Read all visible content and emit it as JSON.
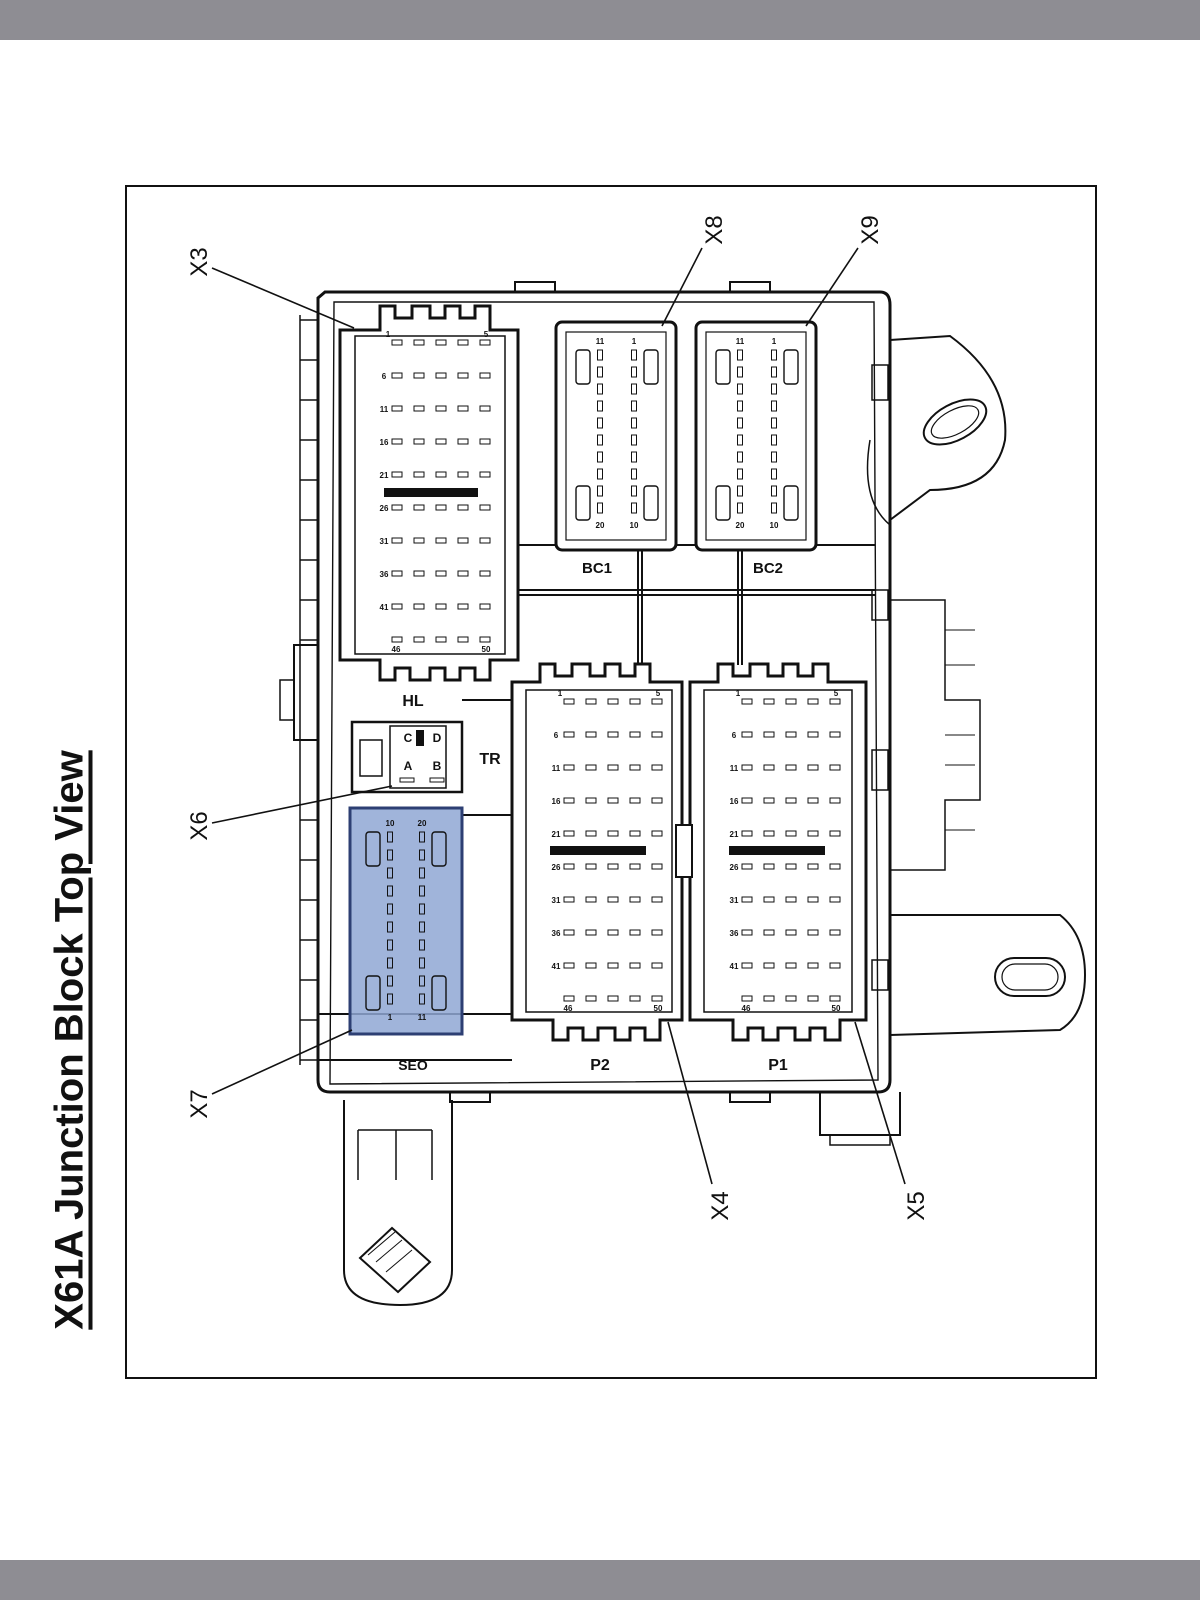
{
  "title": "X61A Junction Block Top View",
  "callouts": {
    "x3": "X3",
    "x4": "X4",
    "x5": "X5",
    "x6": "X6",
    "x7": "X7",
    "x8": "X8",
    "x9": "X9"
  },
  "block_labels": {
    "hl": "HL",
    "tr": "TR",
    "bc1": "BC1",
    "bc2": "BC2",
    "p2": "P2",
    "p1": "P1",
    "seo": "SEO"
  },
  "x6_terminals": {
    "a": "A",
    "b": "B",
    "c": "C",
    "d": "D"
  },
  "x3_pins": {
    "p1": "1",
    "p5": "5",
    "p6": "6",
    "p11": "11",
    "p16": "16",
    "p21": "21",
    "p26": "26",
    "p31": "31",
    "p36": "36",
    "p41": "41",
    "p46": "46",
    "p50": "50"
  },
  "p2_pins": {
    "p1": "1",
    "p5": "5",
    "p6": "6",
    "p11": "11",
    "p16": "16",
    "p21": "21",
    "p26": "26",
    "p31": "31",
    "p36": "36",
    "p41": "41",
    "p46": "46",
    "p50": "50"
  },
  "p1_pins": {
    "p1": "1",
    "p5": "5",
    "p6": "6",
    "p11": "11",
    "p16": "16",
    "p21": "21",
    "p26": "26",
    "p31": "31",
    "p36": "36",
    "p41": "41",
    "p46": "46",
    "p50": "50"
  },
  "bc1_pins": {
    "p11": "11",
    "p1": "1",
    "p20": "20",
    "p10": "10"
  },
  "bc2_pins": {
    "p11": "11",
    "p1": "1",
    "p20": "20",
    "p10": "10"
  },
  "x7_pins": {
    "p10": "10",
    "p20": "20",
    "p1": "1",
    "p11": "11"
  },
  "colors": {
    "highlight": "#8fa7d4",
    "highlight_stroke": "#2d3f73",
    "frame": "#111111",
    "bars": "#8e8d93"
  }
}
